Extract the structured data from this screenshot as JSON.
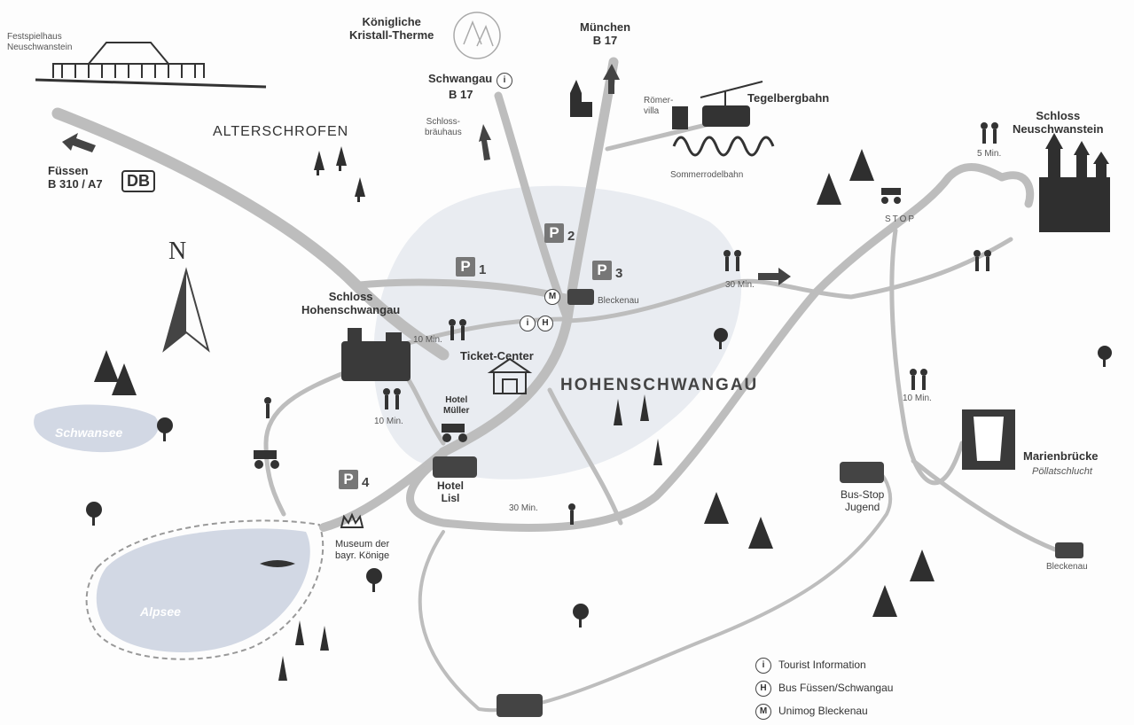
{
  "places": {
    "festspielhaus": "Festspielhaus\nNeuschwanstein",
    "kristall_therme": "Königliche\nKristall-Therme",
    "muenchen": "München\nB 17",
    "schwangau": "Schwangau",
    "schwangau_road": "B 17",
    "roemervilla": "Römer-\nvilla",
    "tegelbergbahn": "Tegelbergbahn",
    "schlossbraeuhaus": "Schloss-\nbräuhaus",
    "sommerrodelbahn": "Sommerrodelbahn",
    "alterschrofen": "ALTERSCHROFEN",
    "fuessen": "Füssen\nB 310 / A7",
    "db_badge": "DB",
    "schloss_neuschwanstein": "Schloss\nNeuschwanstein",
    "stop": "STOP",
    "bleckenau_top": "Bleckenau",
    "schloss_hohenschwangau": "Schloss\nHohenschwangau",
    "ticket_center": "Ticket-Center",
    "hohenschwangau": "HOHENSCHWANGAU",
    "hotel_mueller": "Hotel\nMüller",
    "hotel_lisl": "Hotel\nLisl",
    "marienbruecke": "Marienbrücke",
    "poellatschlucht": "Pöllatschlucht",
    "bus_stop": "Bus-Stop\nJugend",
    "bleckenau_right": "Bleckenau",
    "museum": "Museum der\nbayr. Könige",
    "schwansee": "Schwansee",
    "alpsee": "Alpsee",
    "north": "N"
  },
  "walk_times": {
    "hohenschwangau_10": "10 Min.",
    "hotel_10": "10 Min.",
    "bleckenau_30": "30 Min.",
    "neuschwanstein_5": "5 Min.",
    "marien_10": "10 Min.",
    "alpsee_30": "30 Min."
  },
  "parking": [
    {
      "symbol": "P",
      "number": "1"
    },
    {
      "symbol": "P",
      "number": "2"
    },
    {
      "symbol": "P",
      "number": "3"
    },
    {
      "symbol": "P",
      "number": "4"
    }
  ],
  "markers": {
    "info": "i",
    "bus": "H",
    "unimog": "M"
  },
  "legend": [
    {
      "symbol": "i",
      "label": "Tourist Information"
    },
    {
      "symbol": "H",
      "label": "Bus Füssen/Schwangau"
    },
    {
      "symbol": "M",
      "label": "Unimog Bleckenau"
    }
  ],
  "colors": {
    "road": "#bdbdbd",
    "area": "#e9ecf1",
    "lake": "#d2d8e4",
    "ink": "#333333"
  }
}
